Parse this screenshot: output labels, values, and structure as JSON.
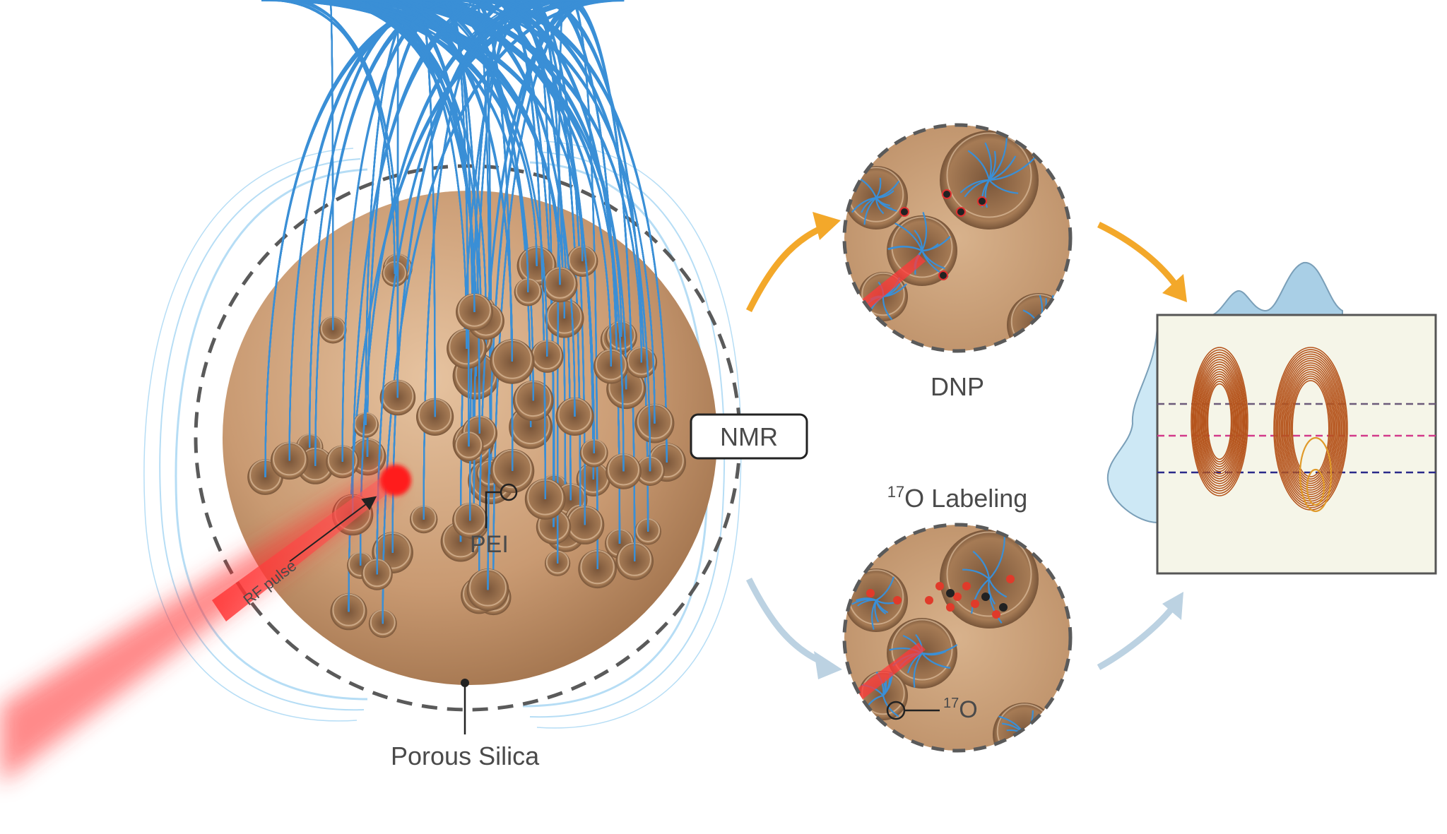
{
  "labels": {
    "nmr": "NMR",
    "dnp": "DNP",
    "o17_labeling_sup": "17",
    "o17_labeling_text": "O Labeling",
    "pei": "PEI",
    "rf_pulse": "RF pulse",
    "porous_silica": "Porous Silica",
    "o17_marker_sup": "17",
    "o17_marker_text": "O"
  },
  "colors": {
    "silica": "#c99a72",
    "pei_fibers": "#3a8fd6",
    "rf_beam": "#ff2a2a",
    "field_lines": "#7cc3ee",
    "arrow_dnp": "#f3a82a",
    "arrow_labeling": "#bcd2e2",
    "spectrum_bg": "#f5f5e8",
    "contour": "#b5541c",
    "contour_inner": "#e09a2a",
    "projection": "#a9cfe6",
    "cut_line_1": "#6b5a7a",
    "cut_line_2": "#d23a8a",
    "cut_line_3": "#2a2a8a"
  }
}
